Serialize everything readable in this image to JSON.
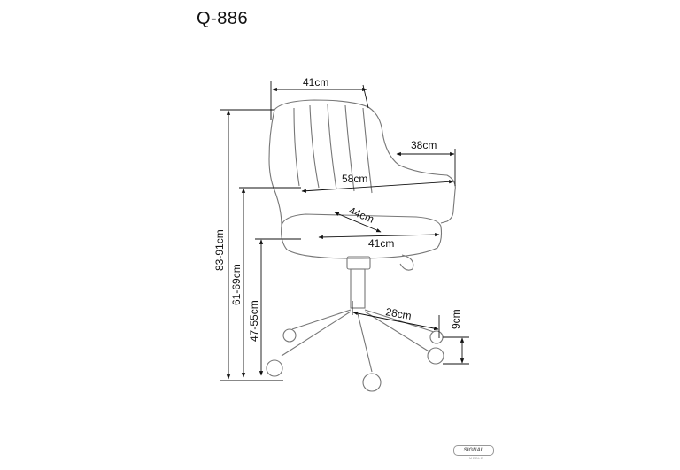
{
  "title": "Q-886",
  "dimensions": {
    "seat_top_width": "41cm",
    "armrest_depth": "38cm",
    "overall_width": "58cm",
    "seat_depth": "44cm",
    "seat_width": "41cm",
    "overall_height": "83-91cm",
    "armrest_height": "61-69cm",
    "seat_height": "47-55cm",
    "base_radius": "28cm",
    "caster_height": "9cm"
  },
  "logo": {
    "brand": "SIGNAL",
    "sub": "MEBLE"
  }
}
